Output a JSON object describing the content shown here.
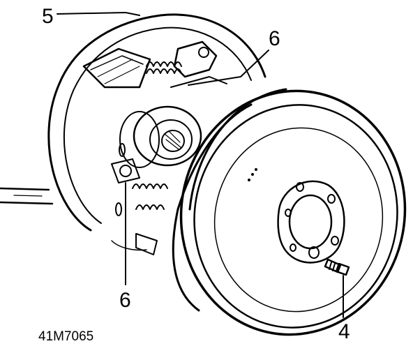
{
  "callouts": {
    "backplate": "5",
    "adjuster_top": "6",
    "adjuster_bottom": "6",
    "drum_screw": "4"
  },
  "reference_code": "41M7065",
  "icons": [
    "brake-assembly-drawing",
    "brake-drum-drawing",
    "retaining-screw-drawing"
  ]
}
